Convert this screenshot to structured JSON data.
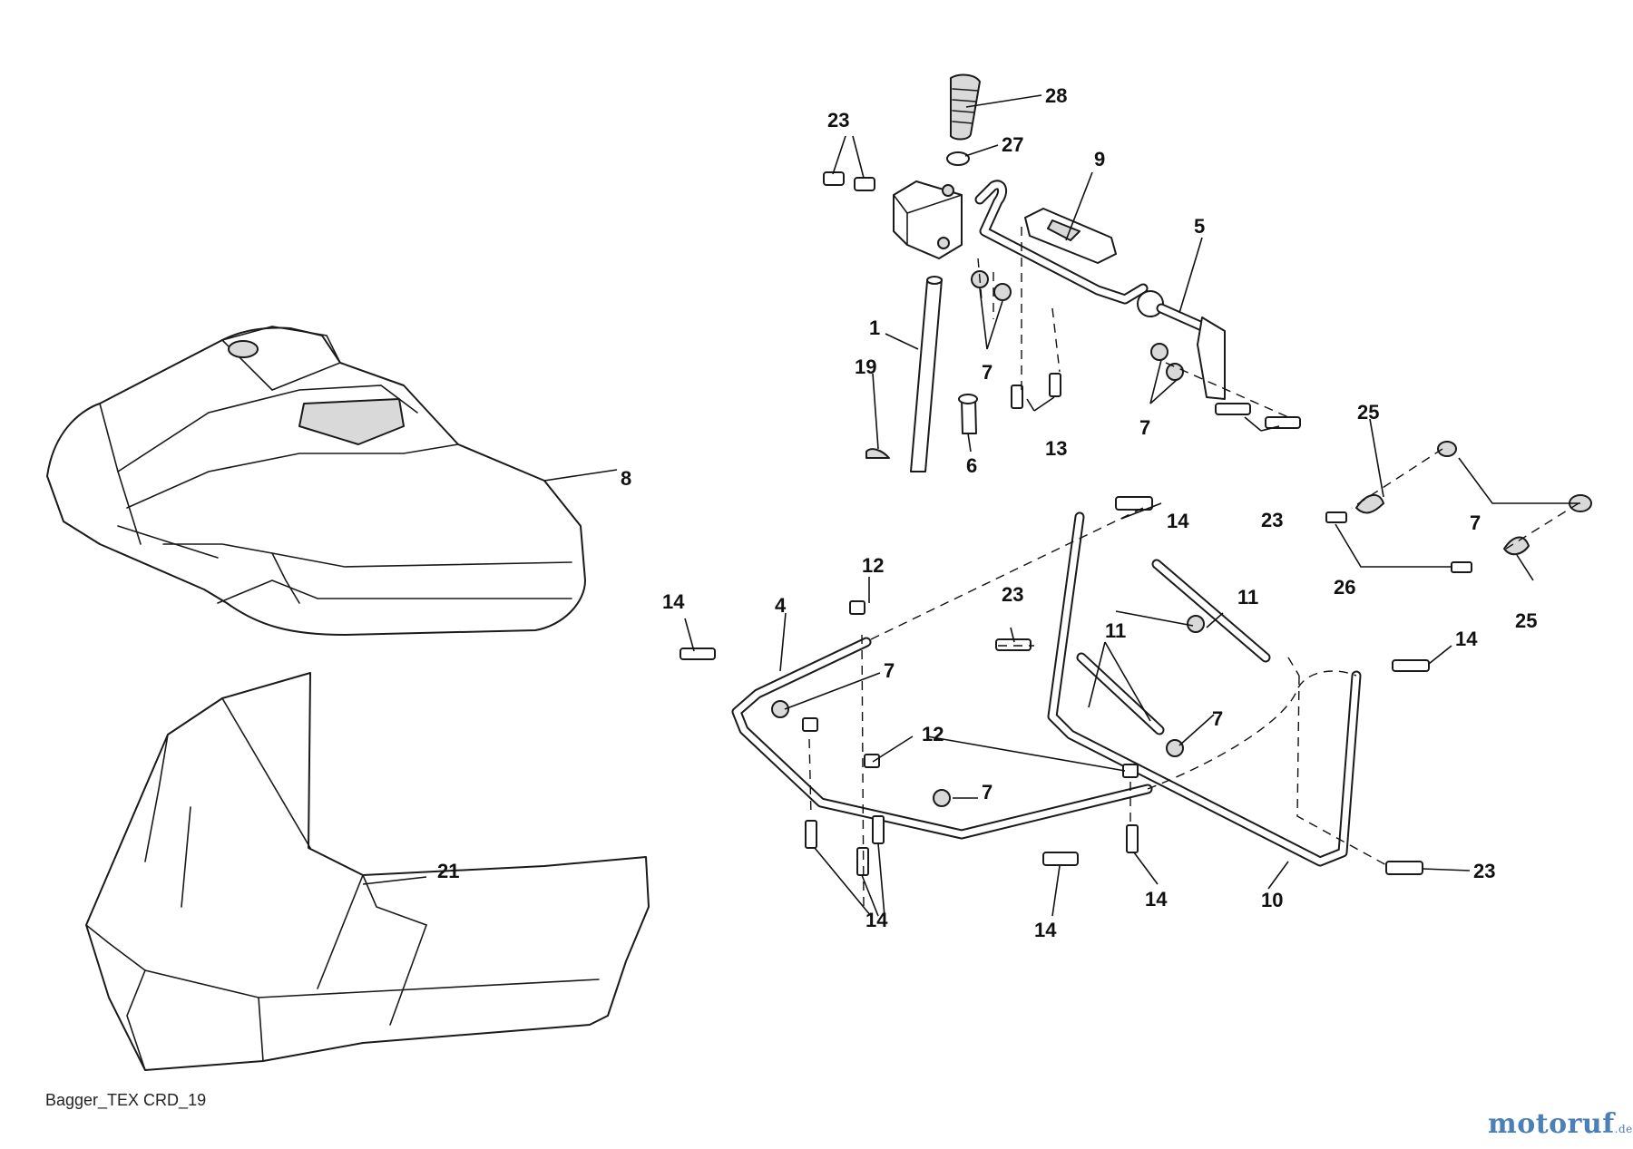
{
  "figure_code": "Bagger_TEX CRD_19",
  "logo": {
    "text": "motoruf",
    "suffix": ".de",
    "color": "#4a7fb8"
  },
  "callouts": {
    "c1": "1",
    "c4": "4",
    "c5": "5",
    "c6": "6",
    "c7a": "7",
    "c7b": "7",
    "c7c": "7",
    "c7d": "7",
    "c7e": "7",
    "c7f": "7",
    "c8": "8",
    "c9": "9",
    "c10": "10",
    "c11a": "11",
    "c11b": "11",
    "c12a": "12",
    "c12b": "12",
    "c13": "13",
    "c14a": "14",
    "c14b": "14",
    "c14c": "14",
    "c14d": "14",
    "c14e": "14",
    "c14f": "14",
    "c19": "19",
    "c21": "21",
    "c23a": "23",
    "c23b": "23",
    "c23c": "23",
    "c23d": "23",
    "c25a": "25",
    "c25b": "25",
    "c26": "26",
    "c27": "27",
    "c28": "28"
  }
}
